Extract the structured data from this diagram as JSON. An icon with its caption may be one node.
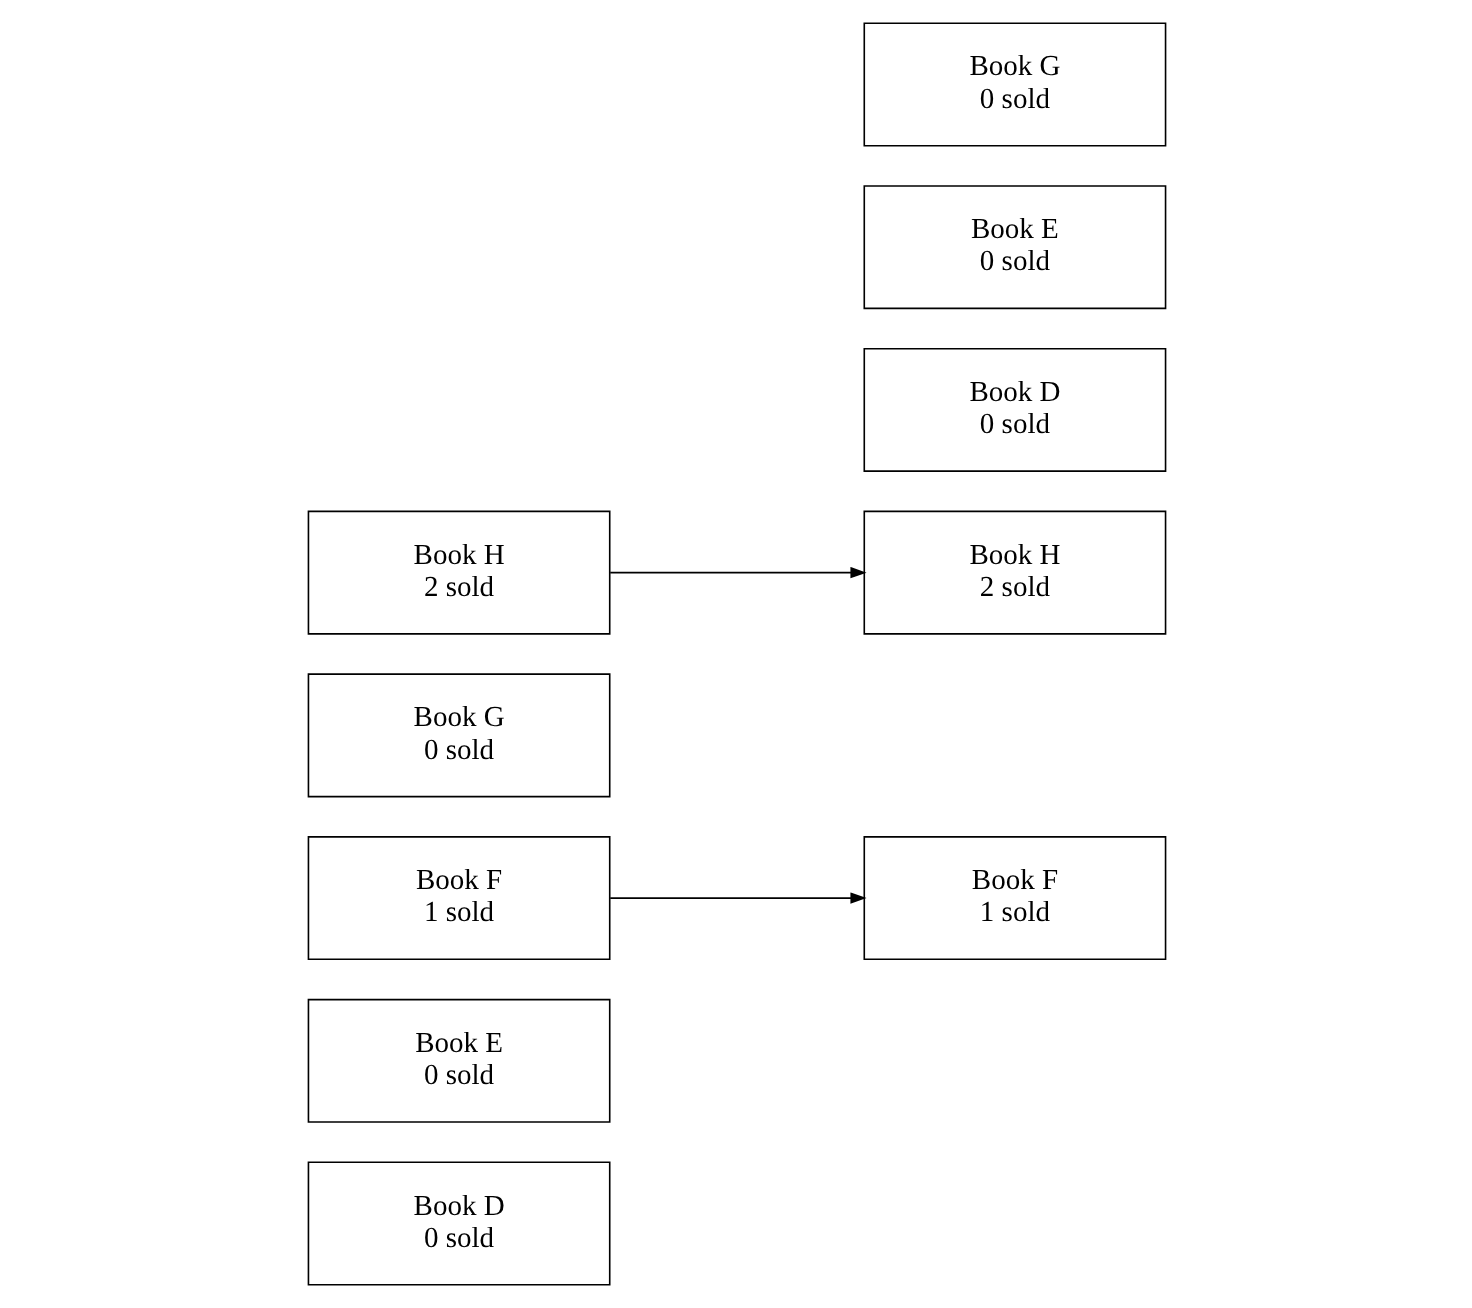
{
  "diagram": {
    "nodes": [
      {
        "text": [
          "Book D",
          "0 sold"
        ]
      },
      {
        "text": [
          "Book E",
          "0 sold"
        ]
      },
      {
        "text": [
          "Book F",
          "1 sold"
        ]
      },
      {
        "text": [
          "Book G",
          "0 sold"
        ]
      },
      {
        "text": [
          "Book H",
          "2 sold"
        ]
      },
      {
        "text": [
          "Book H",
          "2 sold"
        ]
      },
      {
        "text": [
          "Book F",
          "1 sold"
        ]
      },
      {
        "text": [
          "Book D",
          "0 sold"
        ]
      },
      {
        "text": [
          "Book E",
          "0 sold"
        ]
      },
      {
        "text": [
          "Book G",
          "0 sold"
        ]
      }
    ],
    "edges": [
      {
        "from": 2,
        "to": 6,
        "arrow": "to"
      },
      {
        "from": 4,
        "to": 5,
        "arrow": "to"
      }
    ]
  }
}
